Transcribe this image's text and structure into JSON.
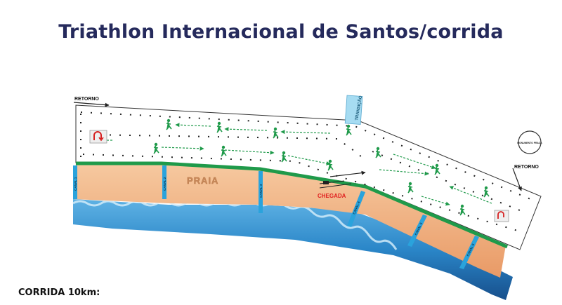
{
  "title": "Triathlon Internacional de Santos/corrida",
  "footer": "CORRIDA 10km:",
  "labels": {
    "retorno_left": "RETORNO",
    "retorno_right": "RETORNO",
    "transicao": "TRANSIÇÃO",
    "praia": "PRAIA",
    "chegada": "CHEGADA",
    "canal_1": "CANAL 1",
    "canal_2": "CANAL 2",
    "canal_3": "CANAL 3",
    "canal_4": "CANAL 4",
    "canal_5": "CANAL 5",
    "canal_6": "CANAL 6",
    "monument": "MONUMENTO PRAÇA"
  },
  "colors": {
    "title": "#252a5c",
    "green_line": "#1f9a4a",
    "runner": "#1f9a4a",
    "sand": "#f4b98a",
    "sea": "#2a86c8",
    "canal": "#2aa3dc",
    "chegada": "#e02020"
  },
  "icons": [
    "runner-icon",
    "u-turn-icon",
    "flag-icon",
    "arrow-icon"
  ]
}
